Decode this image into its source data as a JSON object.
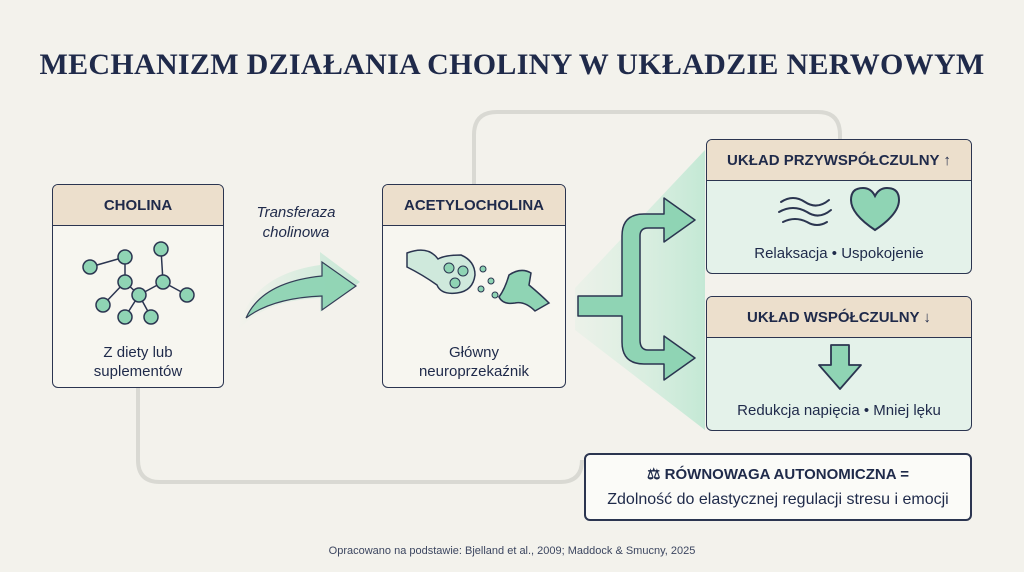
{
  "title": "MECHANIZM DZIAŁANIA CHOLINY W UKŁADZIE NERWOWYM",
  "choline": {
    "header": "CHOLINA",
    "caption_line1": "Z diety lub",
    "caption_line2": "suplementów"
  },
  "enzyme": {
    "line1": "Transferaza",
    "line2": "cholinowa"
  },
  "acetylcholine": {
    "header": "ACETYLOCHOLINA",
    "caption_line1": "Główny",
    "caption_line2": "neuroprzekaźnik"
  },
  "parasympathetic": {
    "header": "UKŁAD PRZYWSPÓŁCZULNY ↑",
    "caption": "Relaksacja • Uspokojenie"
  },
  "sympathetic": {
    "header": "UKŁAD WSPÓŁCZULNY ↓",
    "caption": "Redukcja napięcia • Mniej lęku"
  },
  "balance": {
    "icon": "⚖",
    "line1": "RÓWNOWAGA AUTONOMICZNA =",
    "line2": "Zdolność do elastycznej regulacji stresu i emocji"
  },
  "source": "Opracowano na podstawie: Bjelland et al., 2009; Maddock & Smucny, 2025",
  "colors": {
    "navy": "#1f2a4a",
    "mint": "#8fd4b4",
    "header_beige": "#ecdfcc",
    "panel_mint": "#e4f2ea"
  }
}
